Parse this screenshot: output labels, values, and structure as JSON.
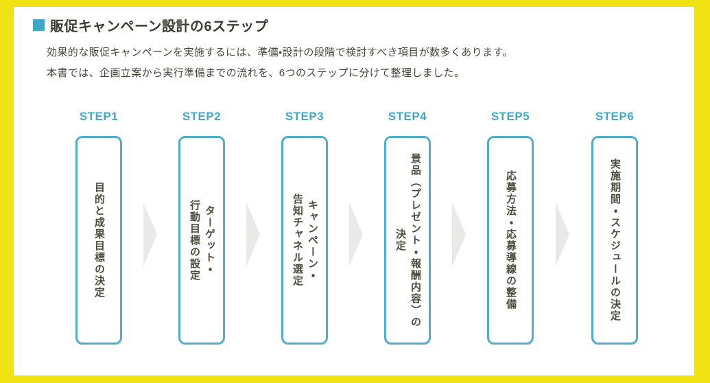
{
  "page": {
    "title": "販促キャンペーン設計の6ステップ",
    "description_lines": [
      "効果的な販促キャンペーンを実施するには、準備・設計の段階で検討すべき項目が数多くあります。",
      "本書では、企画立案から実行準備までの流れを、6つのステップに分けて整理しました。"
    ]
  },
  "steps": [
    {
      "label": "STEP1",
      "lines": [
        "目的と成果目標の決定"
      ]
    },
    {
      "label": "STEP2",
      "lines": [
        "ターゲット・",
        "行動目標の設定"
      ]
    },
    {
      "label": "STEP3",
      "lines": [
        "キャンペーン・",
        "告知チャネル選定"
      ]
    },
    {
      "label": "STEP4",
      "lines": [
        "景品（プレゼント・報酬内容）の",
        "決定"
      ]
    },
    {
      "label": "STEP5",
      "lines": [
        "応募方法・応募導線の整備"
      ]
    },
    {
      "label": "STEP6",
      "lines": [
        "実施期間・スケジュールの決定"
      ]
    }
  ],
  "icons": {
    "title_bullet": "square-bullet",
    "step_connector": "right-arrow"
  },
  "colors": {
    "frame_yellow": "#F1E214",
    "accent_teal": "#3FA7C8",
    "box_border_teal": "#4FAECB",
    "text_dark": "#45453A",
    "arrow_gray": "#E9E9E7",
    "background_white": "#FFFFFF"
  }
}
